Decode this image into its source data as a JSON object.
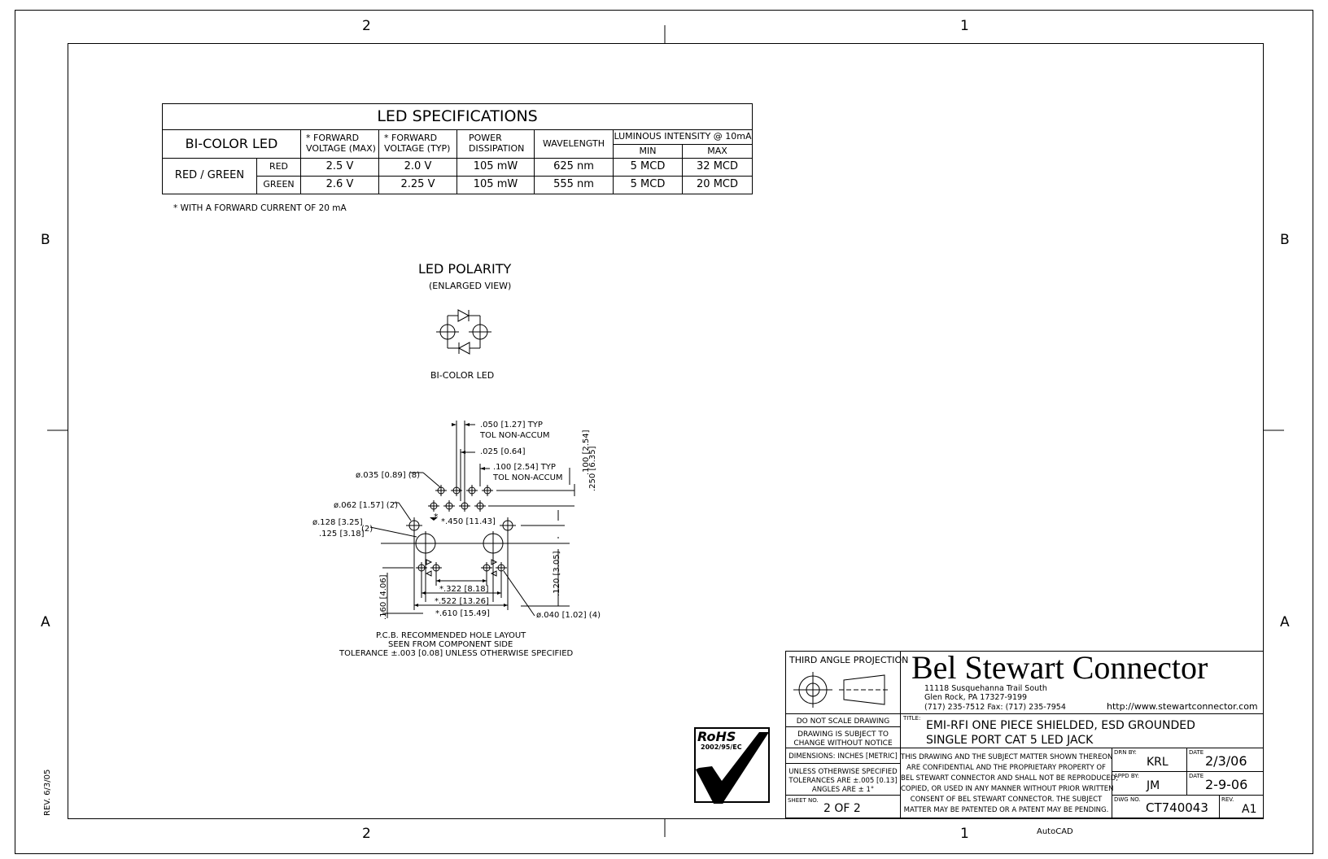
{
  "frame": {
    "zones_top": [
      "2",
      "1"
    ],
    "zones_bottom": [
      "2",
      "1"
    ],
    "zones_left": [
      "B",
      "A"
    ],
    "zones_right": [
      "B",
      "A"
    ],
    "rev_side": "REV. 6/3/05",
    "autocad": "AutoCAD"
  },
  "spec_table": {
    "title": "LED SPECIFICATIONS",
    "corner_label": "BI-COLOR LED",
    "headers": {
      "fv_max": "* FORWARD VOLTAGE (MAX)",
      "fv_typ": "* FORWARD VOLTAGE (TYP)",
      "power": "POWER DISSIPATION",
      "wavelength": "WAVELENGTH",
      "luminous": "LUMINOUS INTENSITY @ 10mA",
      "min": "MIN",
      "max": "MAX"
    },
    "group_label": "RED / GREEN",
    "rows": [
      {
        "color": "RED",
        "fv_max": "2.5 V",
        "fv_typ": "2.0 V",
        "power": "105 mW",
        "wavelength": "625 nm",
        "min": "5 MCD",
        "max": "32 MCD"
      },
      {
        "color": "GREEN",
        "fv_max": "2.6 V",
        "fv_typ": "2.25 V",
        "power": "105 mW",
        "wavelength": "555 nm",
        "min": "5 MCD",
        "max": "20 MCD"
      }
    ],
    "footnote": "* WITH A FORWARD CURRENT OF 20 mA"
  },
  "polarity": {
    "title": "LED POLARITY",
    "subtitle": "(ENLARGED VIEW)",
    "caption": "BI-COLOR LED"
  },
  "pcb": {
    "dim_050": ".050 [1.27] TYP",
    "dim_050_tol": "TOL NON-ACCUM",
    "dim_025": ".025 [0.64]",
    "dim_100": ".100 [2.54] TYP",
    "dim_100_tol": "TOL NON-ACCUM",
    "dim_035": "ø.035 [0.89] (8)",
    "dim_062": "ø.062 [1.57] (2)",
    "dim_128": "ø.128 [3.25]",
    "dim_125": ".125 [3.18]",
    "dim_125_count": "(2)",
    "dim_450": "*.450 [11.43]",
    "dim_v100": ".100 [2.54]",
    "dim_v250": ".250 [6.35]",
    "dim_v120": ".120 [3.05]",
    "dim_v160": ".160 [4.06]",
    "dim_322": "*.322 [8.18]",
    "dim_522": "*.522 [13.26]",
    "dim_610": "*.610 [15.49]",
    "dim_040": "ø.040 [1.02] (4)",
    "asterisk": "*",
    "note_1": "P.C.B. RECOMMENDED HOLE LAYOUT",
    "note_2": "SEEN FROM COMPONENT SIDE",
    "note_3": "TOLERANCE ±.003 [0.08] UNLESS OTHERWISE SPECIFIED"
  },
  "rohs": {
    "label": "RoHS",
    "directive": "2002/95/EC"
  },
  "title_block": {
    "projection": "THIRD ANGLE PROJECTION",
    "company": "Bel Stewart Connector",
    "address_1": "11118 Susquehanna Trail South",
    "address_2": "Glen Rock, PA  17327-9199",
    "phone": "(717) 235-7512   Fax: (717) 235-7954",
    "url": "http://www.stewartconnector.com",
    "do_not_scale": "DO NOT SCALE DRAWING",
    "subject_to_change_1": "DRAWING IS SUBJECT TO",
    "subject_to_change_2": "CHANGE WITHOUT NOTICE",
    "dimensions": "DIMENSIONS: INCHES [METRIC]",
    "tolerances_1": "UNLESS OTHERWISE SPECIFIED",
    "tolerances_2": "TOLERANCES ARE ±.005 [0.13]",
    "tolerances_3": "ANGLES ARE ± 1°",
    "sheet_label": "SHEET NO.",
    "sheet_value": "2 OF 2",
    "title_label": "TITLE:",
    "title_1": "EMI-RFI ONE PIECE SHIELDED, ESD GROUNDED",
    "title_2": "SINGLE PORT CAT 5 LED JACK",
    "confidential_1": "THIS DRAWING AND THE SUBJECT MATTER SHOWN THEREON",
    "confidential_2": "ARE CONFIDENTIAL AND THE PROPRIETARY PROPERTY OF",
    "confidential_3": "BEL STEWART CONNECTOR AND SHALL NOT BE REPRODUCED,",
    "confidential_4": "COPIED, OR USED IN ANY MANNER WITHOUT PRIOR WRITTEN",
    "confidential_5": "CONSENT OF BEL STEWART CONNECTOR.  THE SUBJECT",
    "confidential_6": "MATTER MAY BE PATENTED OR A PATENT MAY BE PENDING.",
    "drn_label": "DRN BY:",
    "drn_value": "KRL",
    "date_label": "DATE",
    "drn_date": "2/3/06",
    "appd_label": "APPD BY:",
    "appd_value": "JM",
    "appd_date": "2-9-06",
    "dwg_label": "DWG NO.",
    "dwg_value": "CT740043",
    "rev_label": "REV.",
    "rev_value": "A1"
  }
}
